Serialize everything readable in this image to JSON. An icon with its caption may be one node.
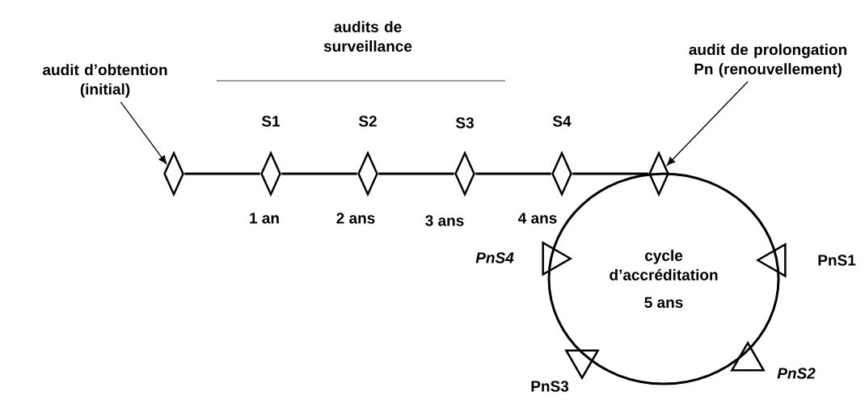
{
  "diagram": {
    "nodes": [
      {
        "text": [
          "audit d’obtention (initial)"
        ]
      },
      {
        "text": [
          "audit de prolongation Pn (renouvellement)"
        ]
      },
      {
        "text": [],
        "shape": "diamond"
      },
      {
        "text": [],
        "shape": "diamond"
      },
      {
        "text": [],
        "shape": "diamond"
      },
      {
        "text": [],
        "shape": "diamond"
      },
      {
        "text": [],
        "shape": "diamond"
      },
      {
        "text": [],
        "shape": "diamond"
      },
      {
        "text": [
          "cycle d’accréditation",
          "5 ans"
        ]
      },
      {
        "text": [],
        "shape": "triangle"
      },
      {
        "text": [],
        "shape": "triangle"
      },
      {
        "text": [],
        "shape": "triangle"
      },
      {
        "text": [],
        "shape": "triangle"
      }
    ],
    "edges": [
      {
        "from": 0,
        "to": 2,
        "arrow": "to"
      },
      {
        "from": 1,
        "to": 7,
        "arrow": "to"
      },
      {
        "from": 2,
        "to": 3,
        "arrow": "none"
      },
      {
        "from": 3,
        "to": 4,
        "arrow": "none"
      },
      {
        "from": 4,
        "to": 5,
        "arrow": "none"
      },
      {
        "from": 5,
        "to": 6,
        "arrow": "none"
      },
      {
        "from": 6,
        "to": 7,
        "arrow": "none"
      }
    ],
    "labels": [
      "audits de surveillance",
      "S1",
      "S2",
      "S3",
      "S4",
      "1 an",
      "2 ans",
      "3 ans",
      "4 ans",
      "PnS4",
      "PnS1",
      "PnS2",
      "PnS3"
    ]
  }
}
